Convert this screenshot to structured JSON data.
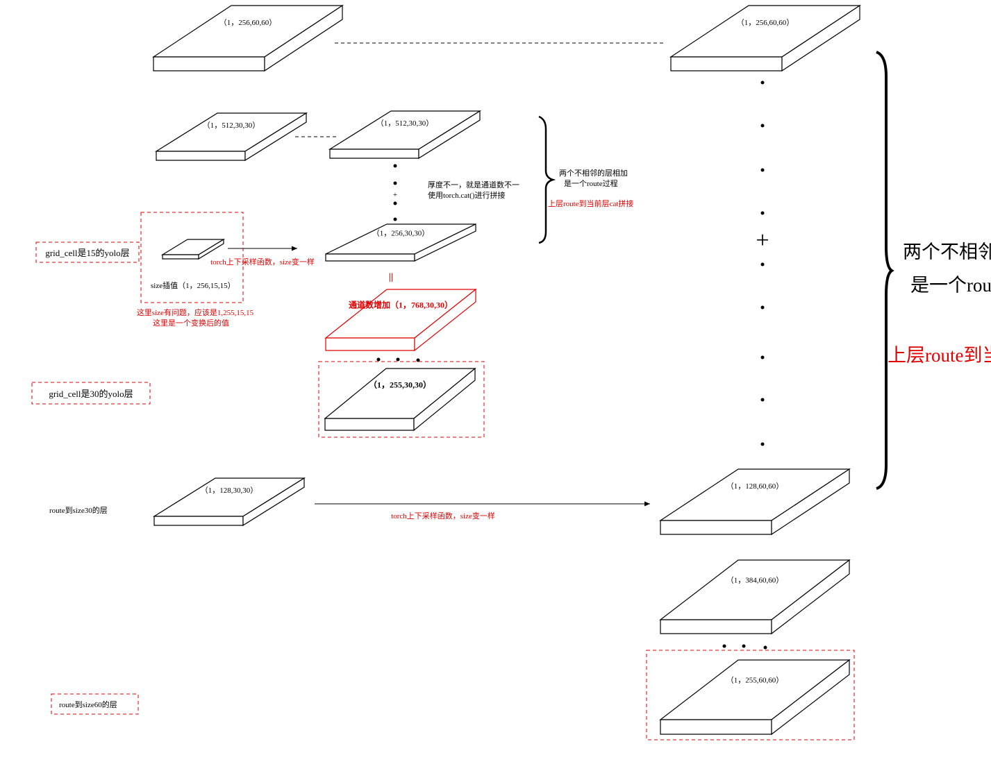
{
  "colors": {
    "accent": "#e00000",
    "ink": "#000000"
  },
  "slabs": {
    "a1": "（1，256,60,60）",
    "a2": "（1，512,30,30）",
    "a3": "（1，512,30,30）",
    "a4": "（1，256,30,30）",
    "a5": "通道数增加（1，768,30,30）",
    "a6": "（1，255,30,30）",
    "a7": "（1，128,30,30）",
    "b1": "（1，256,60,60）",
    "b2": "（1，128,60,60）",
    "b3": "（1，384,60,60）",
    "b4": "（1，255,60,60）"
  },
  "labels": {
    "yolo15": "grid_cell是15的yolo层",
    "yolo30": "grid_cell是30的yolo层",
    "route30": "route到size30的层",
    "route60": "route到size60的层",
    "interp": "size插值（1，256,15,15）",
    "note_size_1": "这里size有问题，应该是1,255,15,15",
    "note_size_2": "这里是一个变换后的值",
    "upsample_1": "torch上下采样函数，size变一样",
    "upsample_2": "torch上下采样函数，size变一样",
    "thickness_1": "厚度不一，就是通道数不一",
    "thickness_2": "使用torch.cat()进行拼接",
    "route_small_1": "两个不相邻的层相加",
    "route_small_2": "是一个route过程",
    "route_small_red": "上层route到当前层cat拼接",
    "route_big_1": "两个不相邻的层相加",
    "route_big_2": "是一个route过程",
    "route_big_red": "上层route到当前层cat拼接",
    "equals": "||",
    "plus_small": "+",
    "plus_big": "+"
  }
}
